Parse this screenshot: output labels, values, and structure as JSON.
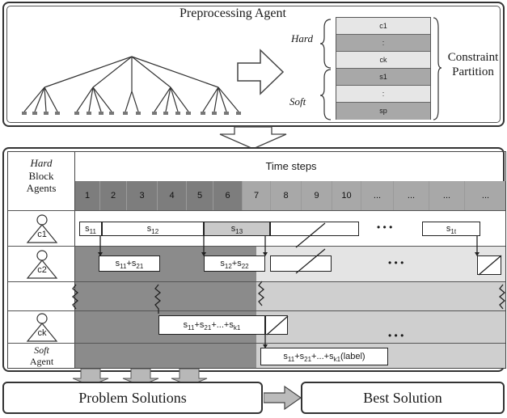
{
  "top_panel": {
    "title": "Preprocessing Agent",
    "hard_label": "Hard",
    "soft_label": "Soft",
    "partition_label_line1": "Constraint",
    "partition_label_line2": "Partition",
    "partition_cells": [
      "c1",
      ":",
      "ck",
      "s1",
      ":",
      "sp"
    ]
  },
  "middle_panel": {
    "header_hard": "Hard",
    "header_block_agents_line1": "Block",
    "header_block_agents_line2": "Agents",
    "time_steps_label": "Time steps",
    "steps": [
      "1",
      "2",
      "3",
      "4",
      "5",
      "6",
      "7",
      "8",
      "9",
      "10",
      "...",
      "...",
      "...",
      "..."
    ],
    "agents": [
      {
        "label": "c1"
      },
      {
        "label": "c2"
      },
      {
        "label": ""
      },
      {
        "label": "ck"
      }
    ],
    "soft_agent_line1": "Soft",
    "soft_agent_line2": "Agent",
    "ellipsis": "• • •",
    "boxes": {
      "s11": "s11",
      "s12": "s12",
      "s13": "s13",
      "s1t": "s1t",
      "s11_s21": "s11+s21",
      "s12_s22": "s12+s22",
      "sum_k1": "s11+s21+...+sk1",
      "sum_k1_label": "s11+s21+...+sk1(label)"
    }
  },
  "bottom_panel": {
    "problem_solutions": "Problem Solutions",
    "best_solution": "Best Solution"
  }
}
